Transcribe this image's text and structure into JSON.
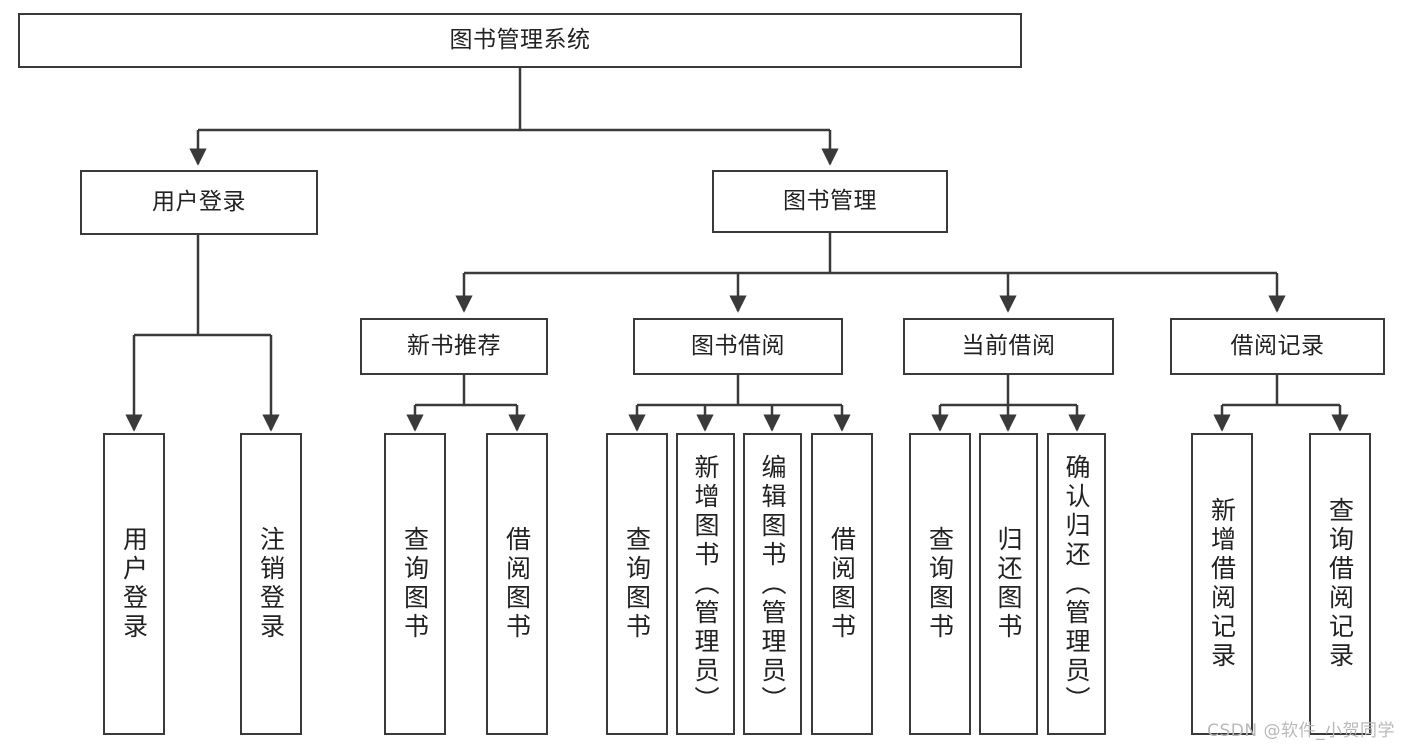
{
  "diagram": {
    "title": "图书管理系统",
    "watermark": "CSDN @软件_小贺同学",
    "line_color": "#3a3a3a",
    "background": "#ffffff",
    "text_color": "#222222"
  },
  "nodes": {
    "root": {
      "label": "图书管理系统"
    },
    "level2": [
      {
        "id": "user-login",
        "label": "用户登录"
      },
      {
        "id": "book-manage",
        "label": "图书管理"
      }
    ],
    "level3": [
      {
        "id": "new-book-recommend",
        "label": "新书推荐"
      },
      {
        "id": "book-borrow",
        "label": "图书借阅"
      },
      {
        "id": "current-borrow",
        "label": "当前借阅"
      },
      {
        "id": "borrow-record",
        "label": "借阅记录"
      }
    ],
    "leaves": [
      {
        "id": "leaf-user-login",
        "label": "用户登录",
        "parent": "user-login"
      },
      {
        "id": "leaf-logout-login",
        "label": "注销登录",
        "parent": "user-login"
      },
      {
        "id": "leaf-query-book-1",
        "label": "查询图书",
        "parent": "new-book-recommend"
      },
      {
        "id": "leaf-borrow-book-1",
        "label": "借阅图书",
        "parent": "new-book-recommend"
      },
      {
        "id": "leaf-query-book-2",
        "label": "查询图书",
        "parent": "book-borrow"
      },
      {
        "id": "leaf-add-book",
        "label": "新增图书（管理员）",
        "parent": "book-borrow"
      },
      {
        "id": "leaf-edit-book",
        "label": "编辑图书（管理员）",
        "parent": "book-borrow"
      },
      {
        "id": "leaf-borrow-book-2",
        "label": "借阅图书",
        "parent": "book-borrow"
      },
      {
        "id": "leaf-query-book-3",
        "label": "查询图书",
        "parent": "current-borrow"
      },
      {
        "id": "leaf-return-book",
        "label": "归还图书",
        "parent": "current-borrow"
      },
      {
        "id": "leaf-confirm-return",
        "label": "确认归还（管理员）",
        "parent": "current-borrow"
      },
      {
        "id": "leaf-add-record",
        "label": "新增借阅记录",
        "parent": "borrow-record"
      },
      {
        "id": "leaf-query-record",
        "label": "查询借阅记录",
        "parent": "borrow-record"
      }
    ]
  }
}
